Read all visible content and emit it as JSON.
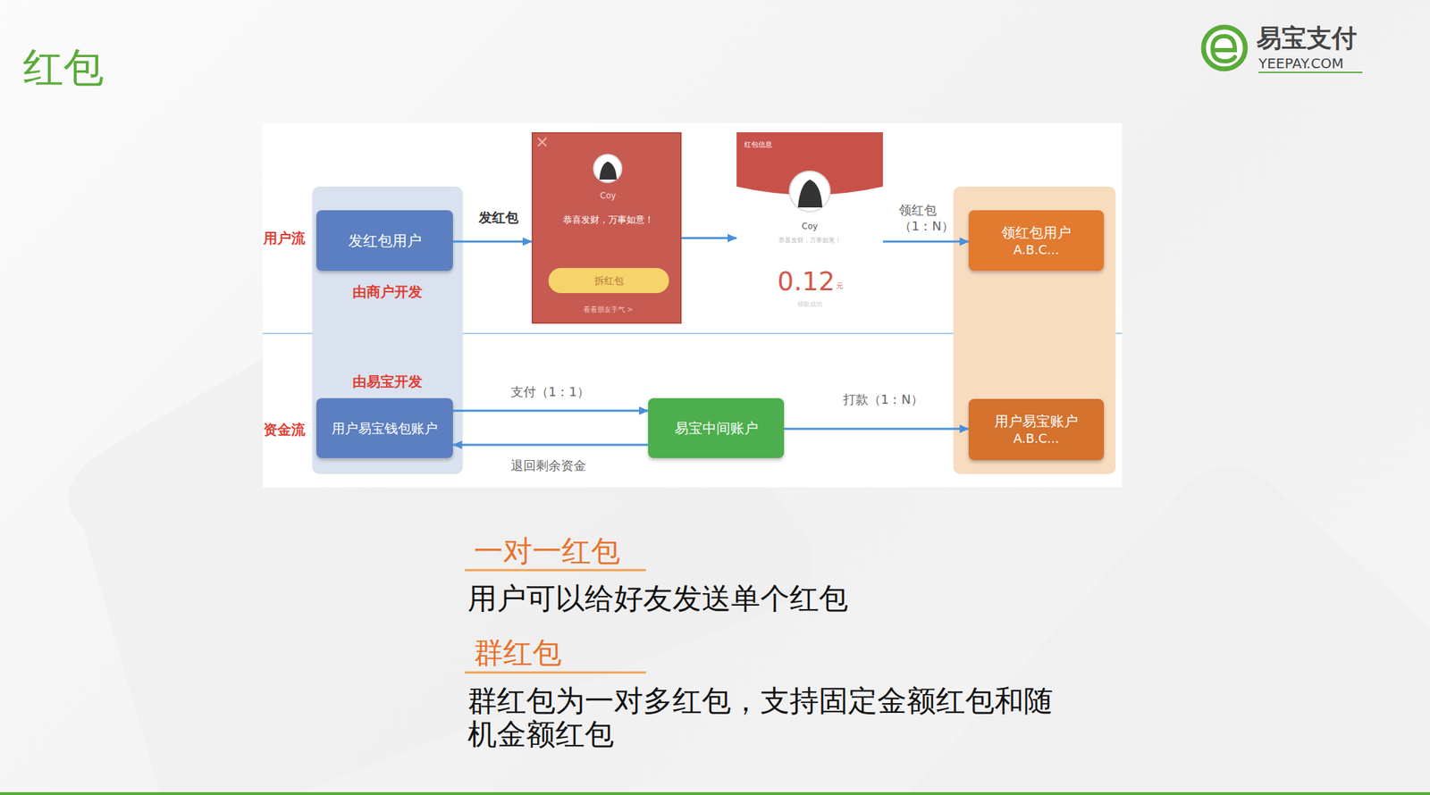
{
  "diagram": {
    "title": "红包",
    "nodes": [
      {
        "text": [
          "由商户开发",
          "由易宝开发"
        ]
      },
      {
        "text": [
          "发红包用户"
        ],
        "in": 0
      },
      {
        "text": [
          "用户易宝钱包账户"
        ],
        "in": 0
      },
      {
        "text": [
          "Coy",
          "恭喜发财，万事如意！",
          "拆红包",
          "看看朋友手气 >"
        ]
      },
      {
        "text": [
          "红包信息",
          "Coy",
          "恭喜发财，万事如意！",
          "0.12",
          "元",
          "领取成功"
        ]
      },
      {
        "text": [
          "易宝中间账户"
        ]
      },
      {
        "text": []
      },
      {
        "text": [
          "领红包用户",
          "A.B.C..."
        ],
        "in": 6
      },
      {
        "text": [
          "用户易宝账户",
          "A.B.C..."
        ],
        "in": 6
      }
    ],
    "edges": [
      {
        "from": 1,
        "to": 3,
        "label": "发红包",
        "arrow": "to"
      },
      {
        "from": 3,
        "to": 4,
        "arrow": "to"
      },
      {
        "from": 4,
        "to": 7,
        "label": "领红包 （1：N）",
        "arrow": "to"
      },
      {
        "from": 2,
        "to": 5,
        "label": "支付（1：1）",
        "arrow": "to"
      },
      {
        "from": 5,
        "to": 2,
        "label": "退回剩余资金",
        "arrow": "to"
      },
      {
        "from": 5,
        "to": 8,
        "label": "打款（1：N）",
        "arrow": "to"
      }
    ],
    "labels": [
      "易宝支付",
      "YEEPAY.COM",
      "用户流",
      "资金流",
      "一对一红包",
      "用户可以给好友发送单个红包",
      "群红包",
      "群红包为一对多红包，支持固定金额红包和随机金额红包"
    ]
  }
}
